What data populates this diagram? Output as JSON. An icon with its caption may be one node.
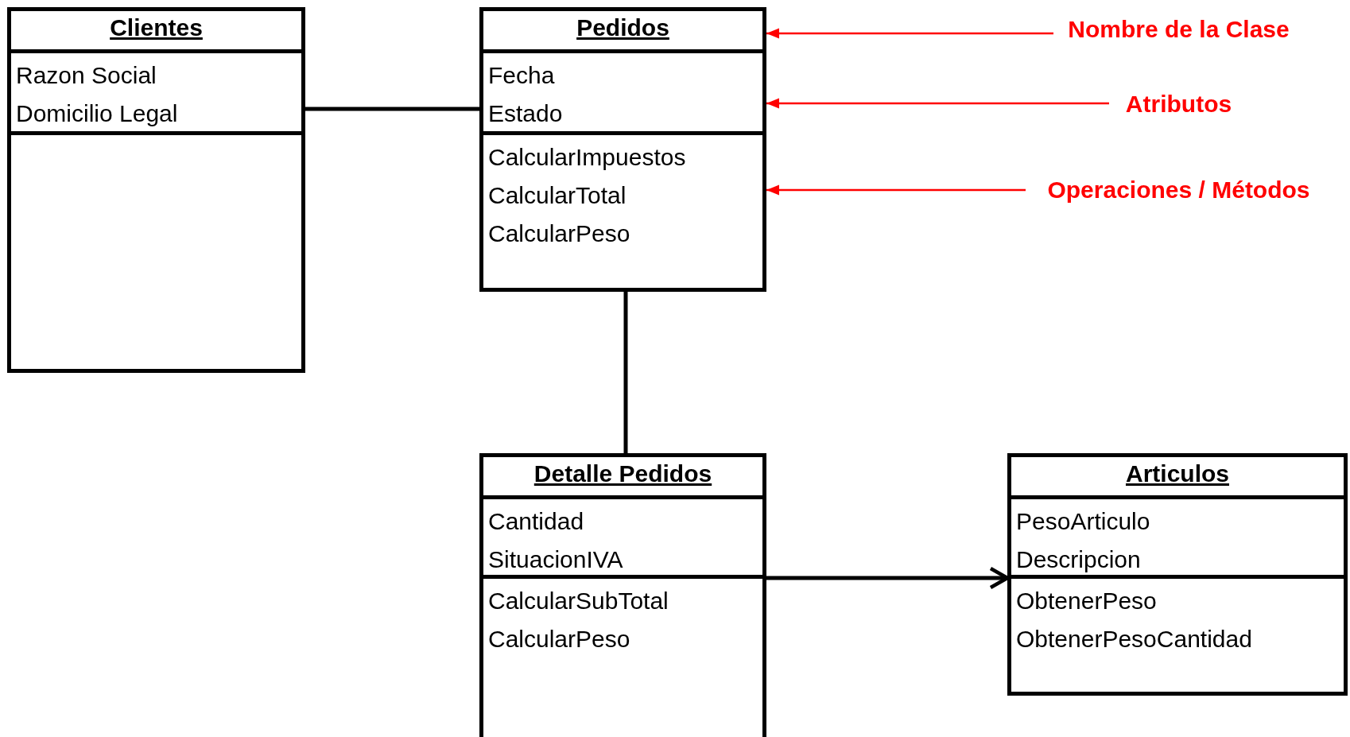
{
  "diagram": {
    "nodes": [
      {
        "text": [
          "Clientes"
        ]
      },
      {
        "text": [
          "Razon Social",
          "Domicilio Legal"
        ],
        "in": 0
      },
      {
        "text": [],
        "shape": "box",
        "in": 0
      },
      {
        "text": [
          "Pedidos"
        ]
      },
      {
        "text": [
          "Fecha",
          "Estado"
        ],
        "in": 3
      },
      {
        "text": [
          "CalcularImpuestos",
          "CalcularTotal",
          "CalcularPeso"
        ],
        "in": 3
      },
      {
        "text": [
          "Nombre de la Clase"
        ]
      },
      {
        "text": [
          "Atributos"
        ]
      },
      {
        "text": [
          "Operaciones / Métodos"
        ]
      },
      {
        "text": [
          "Detalle Pedidos"
        ]
      },
      {
        "text": [
          "Cantidad",
          "SituacionIVA"
        ],
        "in": 9
      },
      {
        "text": [
          "CalcularSubTotal",
          "CalcularPeso"
        ],
        "in": 9
      },
      {
        "text": [
          "Articulos"
        ]
      },
      {
        "text": [
          "PesoArticulo",
          "Descripcion"
        ],
        "in": 12
      },
      {
        "text": [
          "ObtenerPeso",
          "ObtenerPesoCantidad"
        ],
        "in": 12
      }
    ],
    "edges": [
      {
        "from": 0,
        "to": 3,
        "arrow": "none"
      },
      {
        "from": 3,
        "to": 9,
        "arrow": "none"
      },
      {
        "from": 9,
        "to": 12,
        "arrow": "to"
      },
      {
        "from": 6,
        "to": 3,
        "arrow": "to",
        "color": "#ff0000"
      },
      {
        "from": 7,
        "to": 4,
        "arrow": "to",
        "color": "#ff0000"
      },
      {
        "from": 8,
        "to": 5,
        "arrow": "to",
        "color": "#ff0000"
      }
    ]
  }
}
